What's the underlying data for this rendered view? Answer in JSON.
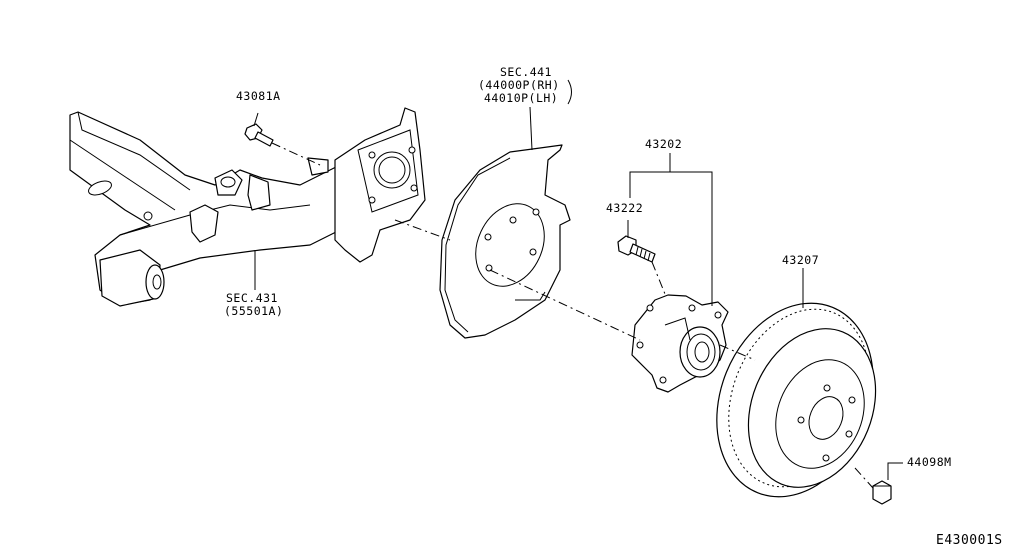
{
  "labels": {
    "bolt_43081a": "43081A",
    "sec441": "SEC.441",
    "sec441_rh": "(44000P(RH)",
    "sec441_lh": "44010P(LH)",
    "assy_43202": "43202",
    "bolt_43222": "43222",
    "rotor_43207": "43207",
    "sec431": "SEC.431",
    "sec431_sub": "(55501A)",
    "nut_44098m": "44098M",
    "figure_code": "E430001S"
  }
}
